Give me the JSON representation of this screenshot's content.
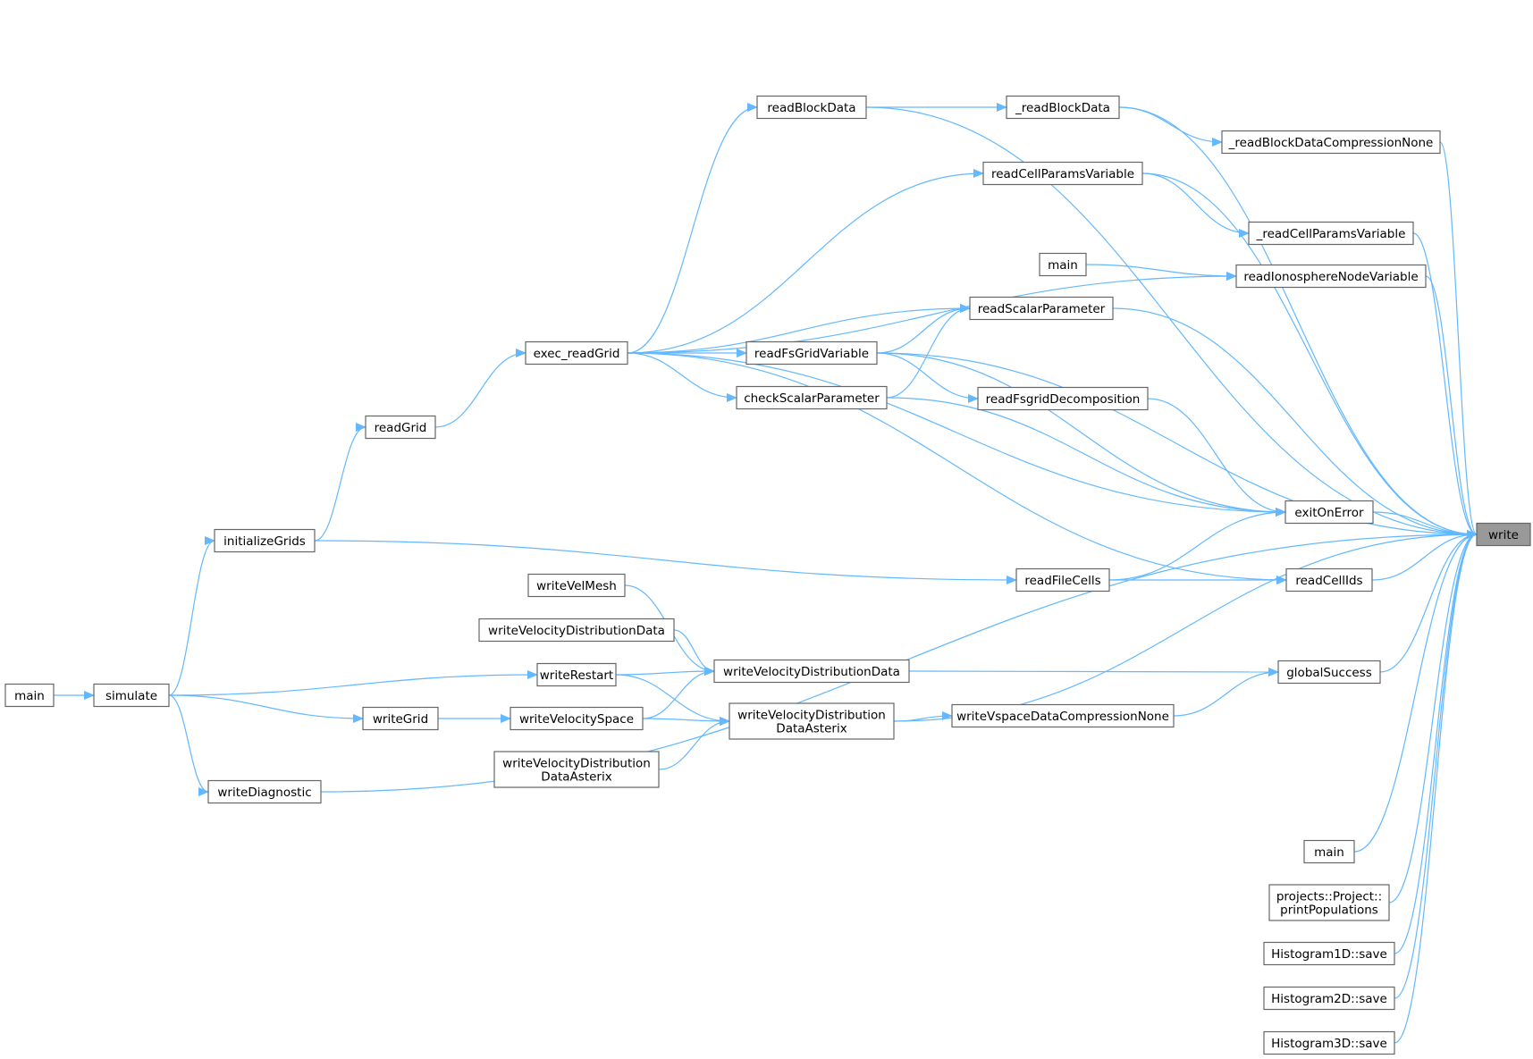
{
  "graph": {
    "type": "caller-graph",
    "colors": {
      "edge": "#63b8ff",
      "node_border": "#666666",
      "target_fill": "#999999",
      "node_fill": "#ffffff"
    },
    "nodes": [
      {
        "id": "write",
        "label": [
          "write"
        ]
      },
      {
        "id": "readBlockData",
        "label": [
          "readBlockData"
        ]
      },
      {
        "id": "_readBlockData",
        "label": [
          "_readBlockData"
        ]
      },
      {
        "id": "_readBlockDataCompressionNone",
        "label": [
          "_readBlockDataCompressionNone"
        ]
      },
      {
        "id": "readCellParamsVariable",
        "label": [
          "readCellParamsVariable"
        ]
      },
      {
        "id": "_readCellParamsVariable",
        "label": [
          "_readCellParamsVariable"
        ]
      },
      {
        "id": "main_iono",
        "label": [
          "main"
        ]
      },
      {
        "id": "readIonosphereNodeVariable",
        "label": [
          "readIonosphereNodeVariable"
        ]
      },
      {
        "id": "readScalarParameter",
        "label": [
          "readScalarParameter"
        ]
      },
      {
        "id": "exec_readGrid",
        "label": [
          "exec_readGrid"
        ]
      },
      {
        "id": "readFsGridVariable",
        "label": [
          "readFsGridVariable"
        ]
      },
      {
        "id": "checkScalarParameter",
        "label": [
          "checkScalarParameter"
        ]
      },
      {
        "id": "readFsgridDecomposition",
        "label": [
          "readFsgridDecomposition"
        ]
      },
      {
        "id": "readGrid",
        "label": [
          "readGrid"
        ]
      },
      {
        "id": "exitOnError",
        "label": [
          "exitOnError"
        ]
      },
      {
        "id": "initializeGrids",
        "label": [
          "initializeGrids"
        ]
      },
      {
        "id": "readFileCells",
        "label": [
          "readFileCells"
        ]
      },
      {
        "id": "readCellIds",
        "label": [
          "readCellIds"
        ]
      },
      {
        "id": "writeVelMesh",
        "label": [
          "writeVelMesh"
        ]
      },
      {
        "id": "writeVelocityDistributionData_a",
        "label": [
          "writeVelocityDistributionData"
        ]
      },
      {
        "id": "writeVelocityDistributionData_b",
        "label": [
          "writeVelocityDistributionData"
        ]
      },
      {
        "id": "writeRestart",
        "label": [
          "writeRestart"
        ]
      },
      {
        "id": "globalSuccess",
        "label": [
          "globalSuccess"
        ]
      },
      {
        "id": "main_left",
        "label": [
          "main"
        ]
      },
      {
        "id": "simulate",
        "label": [
          "simulate"
        ]
      },
      {
        "id": "writeGrid",
        "label": [
          "writeGrid"
        ]
      },
      {
        "id": "writeVelocitySpace",
        "label": [
          "writeVelocitySpace"
        ]
      },
      {
        "id": "writeVelocityDistributionDataAsterix_a",
        "label": [
          "writeVelocityDistribution",
          "DataAsterix"
        ]
      },
      {
        "id": "writeVspaceDataCompressionNone",
        "label": [
          "writeVspaceDataCompressionNone"
        ]
      },
      {
        "id": "writeVelocityDistributionDataAsterix_b",
        "label": [
          "writeVelocityDistribution",
          "DataAsterix"
        ]
      },
      {
        "id": "writeDiagnostic",
        "label": [
          "writeDiagnostic"
        ]
      },
      {
        "id": "main_bottom",
        "label": [
          "main"
        ]
      },
      {
        "id": "printPopulations",
        "label": [
          "projects::Project::",
          "printPopulations"
        ]
      },
      {
        "id": "hist1d",
        "label": [
          "Histogram1D::save"
        ]
      },
      {
        "id": "hist2d",
        "label": [
          "Histogram2D::save"
        ]
      },
      {
        "id": "hist3d",
        "label": [
          "Histogram3D::save"
        ]
      }
    ],
    "edges": [
      [
        "readBlockData",
        "write"
      ],
      [
        "_readBlockData",
        "write"
      ],
      [
        "_readBlockDataCompressionNone",
        "write"
      ],
      [
        "readCellParamsVariable",
        "write"
      ],
      [
        "_readCellParamsVariable",
        "write"
      ],
      [
        "readIonosphereNodeVariable",
        "write"
      ],
      [
        "readScalarParameter",
        "write"
      ],
      [
        "readFsGridVariable",
        "write"
      ],
      [
        "exitOnError",
        "write"
      ],
      [
        "readCellIds",
        "write"
      ],
      [
        "globalSuccess",
        "write"
      ],
      [
        "writeVelocityDistributionDataAsterix_a",
        "write"
      ],
      [
        "writeDiagnostic",
        "write"
      ],
      [
        "main_bottom",
        "write"
      ],
      [
        "printPopulations",
        "write"
      ],
      [
        "hist1d",
        "write"
      ],
      [
        "hist2d",
        "write"
      ],
      [
        "hist3d",
        "write"
      ],
      [
        "readBlockData",
        "_readBlockData"
      ],
      [
        "_readBlockData",
        "_readBlockDataCompressionNone"
      ],
      [
        "readCellParamsVariable",
        "_readCellParamsVariable"
      ],
      [
        "main_iono",
        "readIonosphereNodeVariable"
      ],
      [
        "exec_readGrid",
        "readBlockData"
      ],
      [
        "exec_readGrid",
        "readCellParamsVariable"
      ],
      [
        "exec_readGrid",
        "readIonosphereNodeVariable"
      ],
      [
        "exec_readGrid",
        "readScalarParameter"
      ],
      [
        "exec_readGrid",
        "readFsGridVariable"
      ],
      [
        "exec_readGrid",
        "checkScalarParameter"
      ],
      [
        "exec_readGrid",
        "exitOnError"
      ],
      [
        "exec_readGrid",
        "readCellIds"
      ],
      [
        "readFsGridVariable",
        "readScalarParameter"
      ],
      [
        "checkScalarParameter",
        "readScalarParameter"
      ],
      [
        "readFsGridVariable",
        "readFsgridDecomposition"
      ],
      [
        "readFsGridVariable",
        "exitOnError"
      ],
      [
        "checkScalarParameter",
        "exitOnError"
      ],
      [
        "readFsgridDecomposition",
        "exitOnError"
      ],
      [
        "readFileCells",
        "exitOnError"
      ],
      [
        "readFileCells",
        "readCellIds"
      ],
      [
        "readGrid",
        "exec_readGrid"
      ],
      [
        "initializeGrids",
        "readGrid"
      ],
      [
        "initializeGrids",
        "readFileCells"
      ],
      [
        "simulate",
        "initializeGrids"
      ],
      [
        "main_left",
        "simulate"
      ],
      [
        "simulate",
        "writeRestart"
      ],
      [
        "simulate",
        "writeGrid"
      ],
      [
        "simulate",
        "writeDiagnostic"
      ],
      [
        "writeGrid",
        "writeVelocitySpace"
      ],
      [
        "writeVelMesh",
        "writeVelocityDistributionData_b"
      ],
      [
        "writeVelocityDistributionData_a",
        "writeVelocityDistributionData_b"
      ],
      [
        "writeRestart",
        "writeVelocityDistributionData_b"
      ],
      [
        "writeVelocitySpace",
        "writeVelocityDistributionData_b"
      ],
      [
        "writeRestart",
        "writeVelocityDistributionDataAsterix_a"
      ],
      [
        "writeVelocitySpace",
        "writeVelocityDistributionDataAsterix_a"
      ],
      [
        "writeVelocityDistributionDataAsterix_b",
        "writeVelocityDistributionDataAsterix_a"
      ],
      [
        "writeVelocityDistributionData_b",
        "globalSuccess"
      ],
      [
        "writeVelocityDistributionDataAsterix_a",
        "writeVspaceDataCompressionNone"
      ],
      [
        "writeVspaceDataCompressionNone",
        "globalSuccess"
      ]
    ]
  }
}
